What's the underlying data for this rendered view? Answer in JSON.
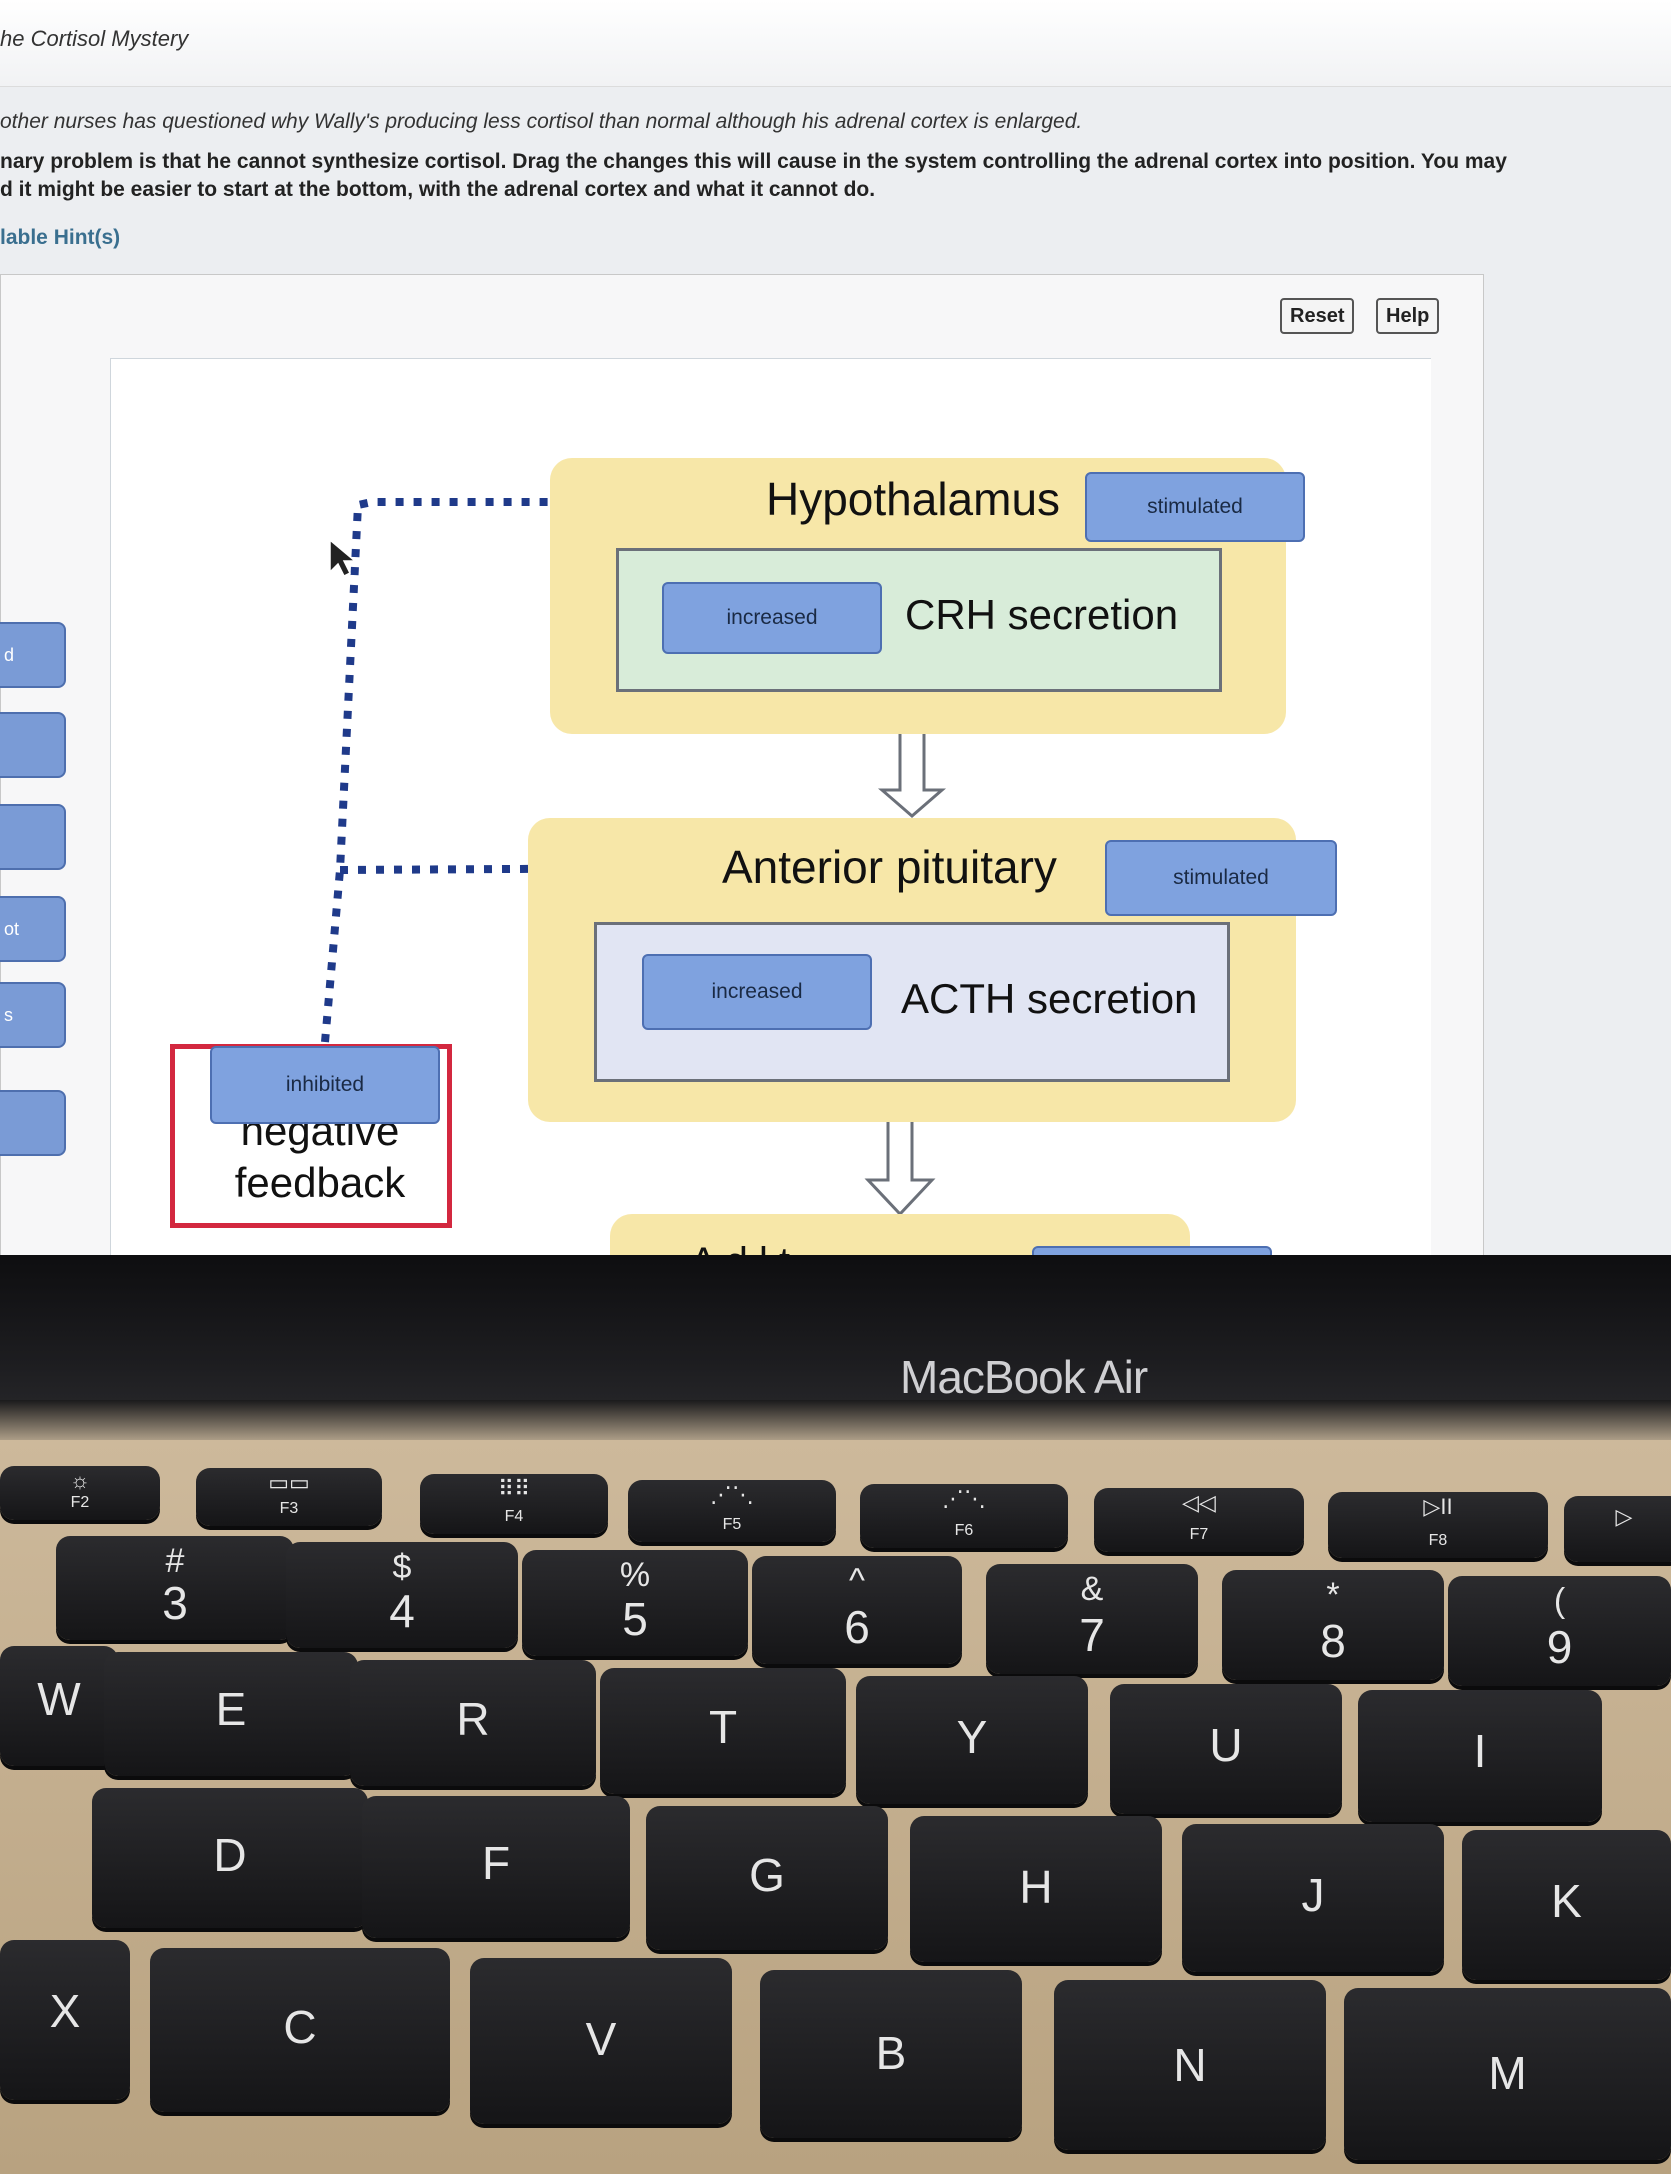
{
  "page": {
    "title": "he Cortisol Mystery",
    "intro": "other nurses has questioned why Wally's producing less cortisol than normal although his adrenal cortex is enlarged.",
    "instructions_line1": "nary problem is that he cannot synthesize cortisol. Drag the changes this will cause in the system controlling the adrenal cortex into position. You may",
    "instructions_line2": "d it might be easier to start at the bottom, with the adrenal cortex and what it cannot do.",
    "hints_link": "lable Hint(s)"
  },
  "toolbar": {
    "reset_label": "Reset",
    "help_label": "Help"
  },
  "tray": {
    "items": [
      "d",
      "",
      "",
      "ot",
      "s",
      ""
    ]
  },
  "diagram": {
    "hypothalamus": {
      "organ": "Hypothalamus",
      "organ_state": "stimulated",
      "secretion": "CRH secretion",
      "secretion_state": "increased"
    },
    "pituitary": {
      "organ": "Anterior pituitary",
      "organ_state": "stimulated",
      "secretion": "ACTH secretion",
      "secretion_state": "increased"
    },
    "feedback": {
      "line1": "negative",
      "line2": "feedback",
      "state": "inhibited"
    },
    "adrenal_partial": "A d   l     t  "
  },
  "colors": {
    "chip": "#7fa2df",
    "region": "#f7e7a8",
    "hypo_box": "#d8ecd9",
    "pit_box": "#e1e5f3",
    "feedback_border": "#d3283f"
  },
  "device": {
    "brand": "MacBook Air"
  },
  "keyboard": {
    "fn_row": [
      {
        "label": "F2",
        "icon": "brightness-icon",
        "glyph": "☼"
      },
      {
        "label": "F3",
        "icon": "mission-control-icon",
        "glyph": "▭▭"
      },
      {
        "label": "F4",
        "icon": "launchpad-icon",
        "glyph": "⠿⠿"
      },
      {
        "label": "F5",
        "icon": "keyboard-dim-icon",
        "glyph": "⋰⋱"
      },
      {
        "label": "F6",
        "icon": "keyboard-bright-icon",
        "glyph": "⋰⋱"
      },
      {
        "label": "F7",
        "icon": "rewind-icon",
        "glyph": "◁◁"
      },
      {
        "label": "F8",
        "icon": "play-pause-icon",
        "glyph": "▷II"
      },
      {
        "label": "",
        "icon": "fast-forward-icon",
        "glyph": "▷"
      }
    ],
    "number_row": [
      {
        "main": "3",
        "alt": "#"
      },
      {
        "main": "4",
        "alt": "$"
      },
      {
        "main": "5",
        "alt": "%"
      },
      {
        "main": "6",
        "alt": "^"
      },
      {
        "main": "7",
        "alt": "&"
      },
      {
        "main": "8",
        "alt": "*"
      },
      {
        "main": "9",
        "alt": "("
      }
    ],
    "top_row": [
      "W",
      "E",
      "R",
      "T",
      "Y",
      "U",
      "I"
    ],
    "home_row": [
      "D",
      "F",
      "G",
      "H",
      "J",
      "K"
    ],
    "bottom_row": [
      "X",
      "C",
      "V",
      "B",
      "N",
      "M"
    ]
  }
}
